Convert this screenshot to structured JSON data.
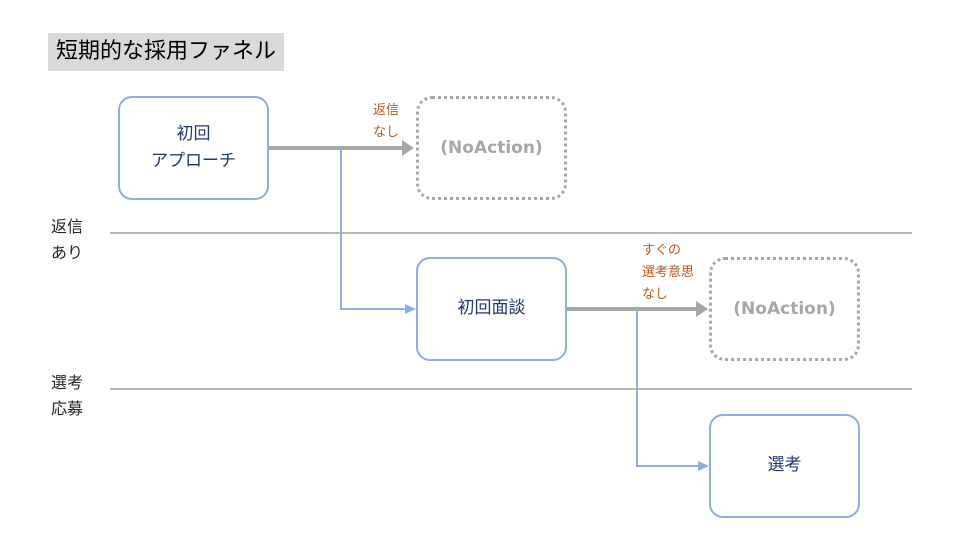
{
  "title": "短期的な採用ファネル",
  "nodes": {
    "first_approach": {
      "line1": "初回",
      "line2": "アプローチ"
    },
    "first_interview": "初回面談",
    "selection": "選考"
  },
  "no_action_1": "(NoAction)",
  "no_action_2": "(NoAction)",
  "labels": {
    "no_reply": {
      "line1": "返信",
      "line2": "なし"
    },
    "no_immediate": {
      "line1": "すぐの",
      "line2": "選考意思",
      "line3": "なし"
    }
  },
  "lanes": {
    "reply": {
      "line1": "返信",
      "line2": "あり"
    },
    "apply": {
      "line1": "選考",
      "line2": "応募"
    }
  },
  "colors": {
    "node_border": "#8faedc",
    "node_text": "#1f3864",
    "no_flow": "#a6a6a6",
    "note": "#b4581f"
  }
}
